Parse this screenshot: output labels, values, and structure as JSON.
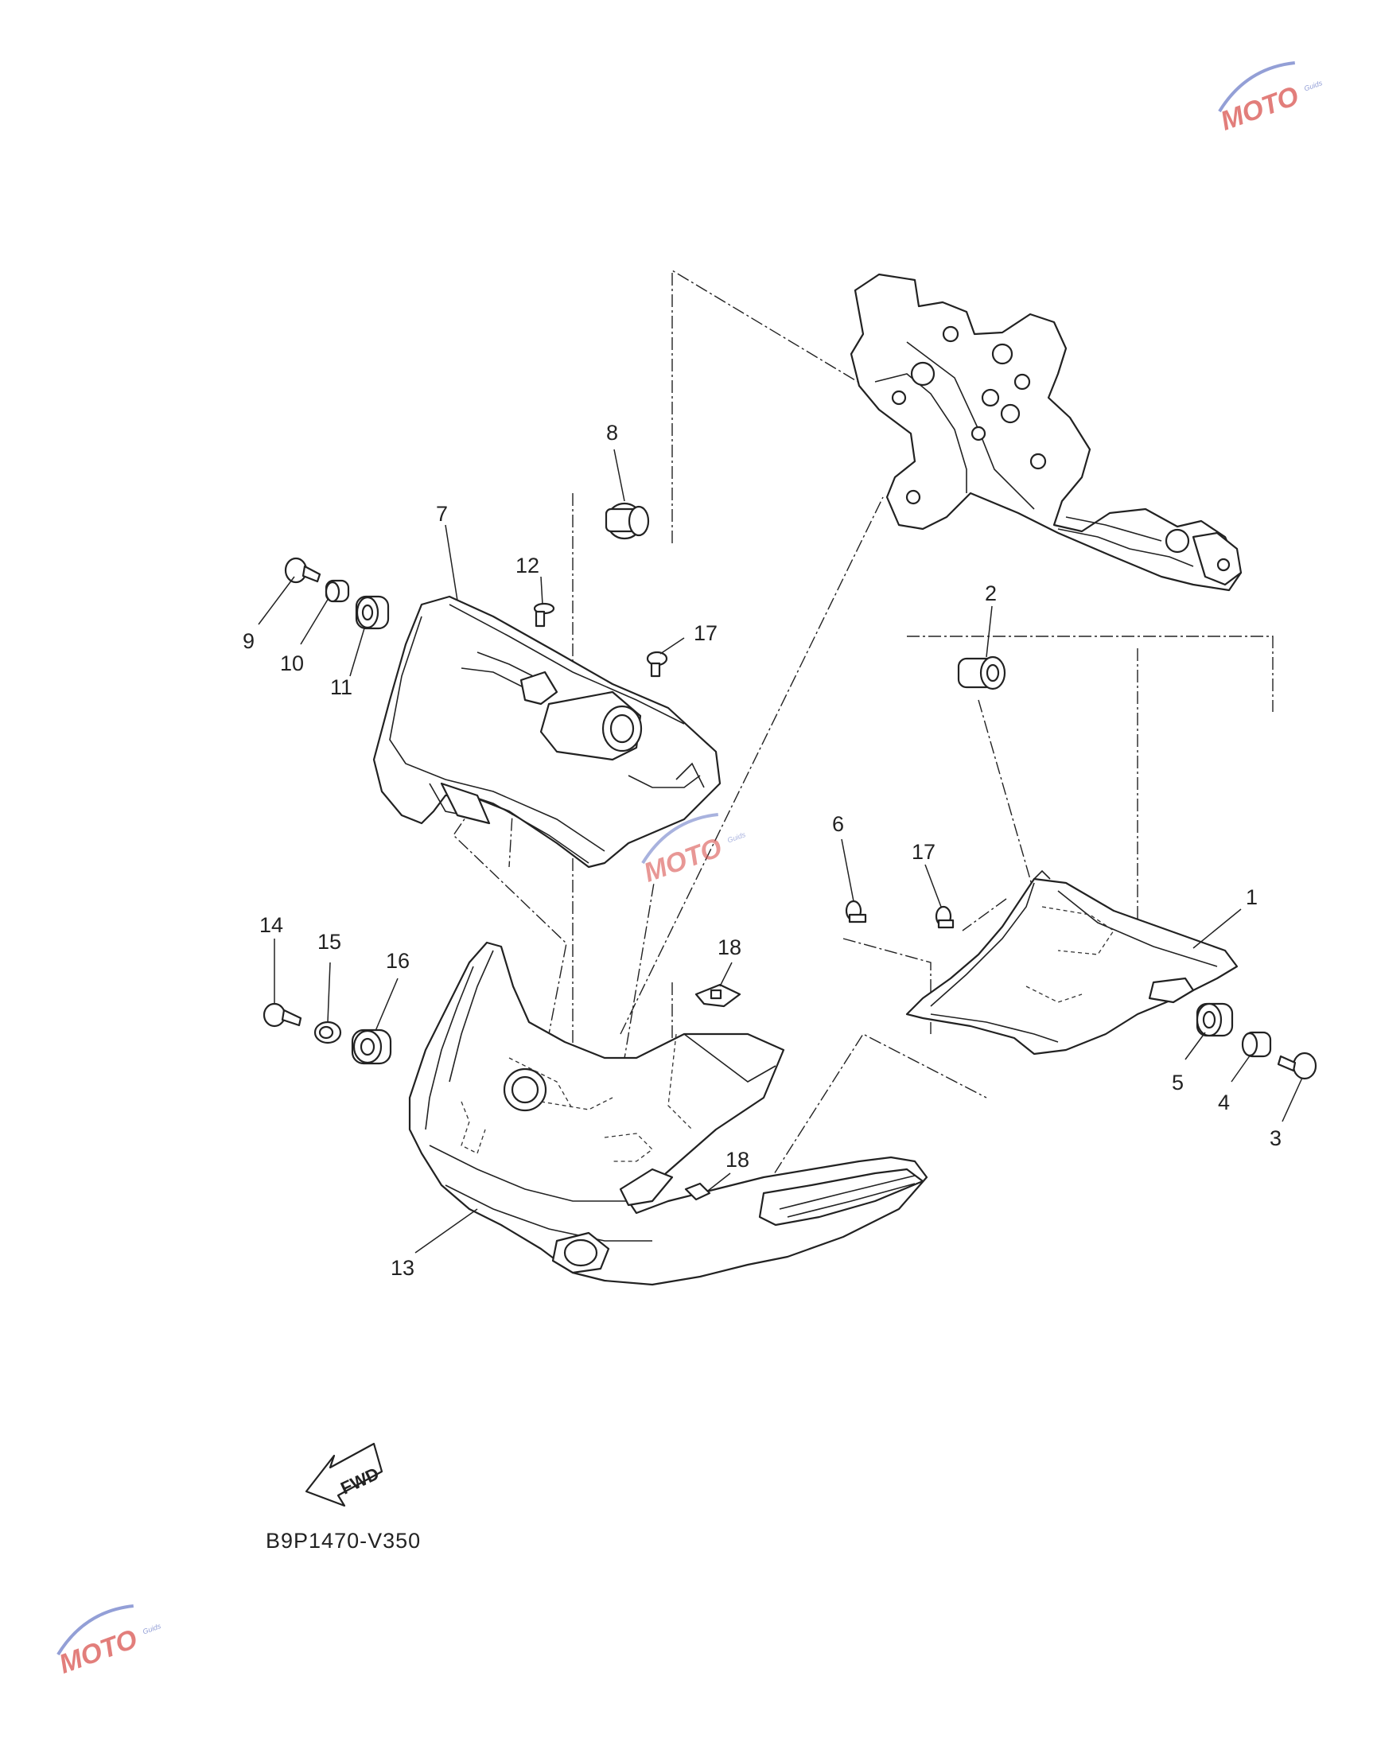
{
  "diagram": {
    "drawing_code": "B9P1470-V350",
    "direction_label": "FWD",
    "callouts": [
      {
        "id": "1",
        "label": "1"
      },
      {
        "id": "2",
        "label": "2"
      },
      {
        "id": "3",
        "label": "3"
      },
      {
        "id": "4",
        "label": "4"
      },
      {
        "id": "5",
        "label": "5"
      },
      {
        "id": "6",
        "label": "6"
      },
      {
        "id": "7",
        "label": "7"
      },
      {
        "id": "8",
        "label": "8"
      },
      {
        "id": "9",
        "label": "9"
      },
      {
        "id": "10",
        "label": "10"
      },
      {
        "id": "11",
        "label": "11"
      },
      {
        "id": "12",
        "label": "12"
      },
      {
        "id": "13",
        "label": "13"
      },
      {
        "id": "14",
        "label": "14"
      },
      {
        "id": "15",
        "label": "15"
      },
      {
        "id": "16",
        "label": "16"
      },
      {
        "id": "17a",
        "label": "17"
      },
      {
        "id": "17b",
        "label": "17"
      },
      {
        "id": "18a",
        "label": "18"
      },
      {
        "id": "18b",
        "label": "18"
      }
    ]
  },
  "watermark": {
    "brand": "MOTO",
    "sub": "Guids",
    "colors": {
      "red": "#d9534f",
      "blue": "#6f7fc9"
    }
  }
}
